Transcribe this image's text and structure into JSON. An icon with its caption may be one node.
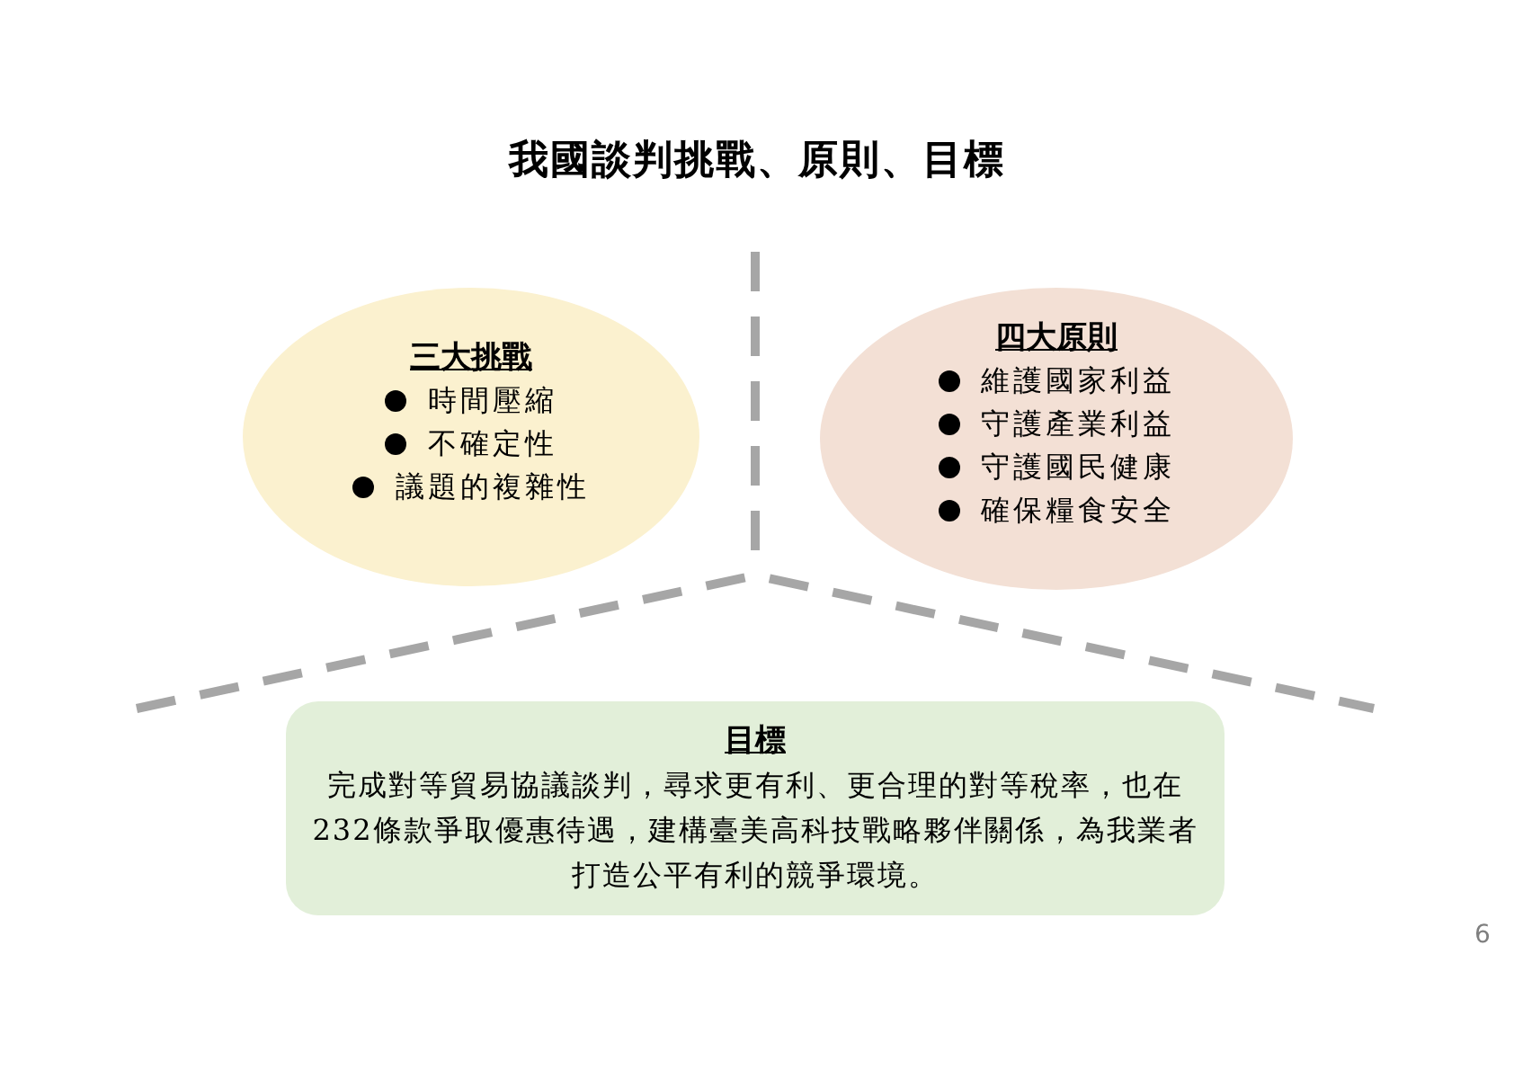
{
  "diagram": {
    "title": "我國談判挑戰、原則、目標",
    "nodes": [
      {
        "text": [
          "三大挑戰",
          "時間壓縮",
          "不確定性",
          "議題的複雜性"
        ]
      },
      {
        "text": [
          "四大原則",
          "維護國家利益",
          "守護產業利益",
          "守護國民健康",
          "確保糧食安全"
        ]
      },
      {
        "text": [
          "目標",
          "完成對等貿易協議談判，尋求更有利、更合理的對等稅率，也在232條款爭取優惠待遇，建構臺美高科技戰略夥伴關係，為我業者打造公平有利的競爭環境。"
        ]
      }
    ],
    "edges": [],
    "labels": [
      "6"
    ]
  }
}
